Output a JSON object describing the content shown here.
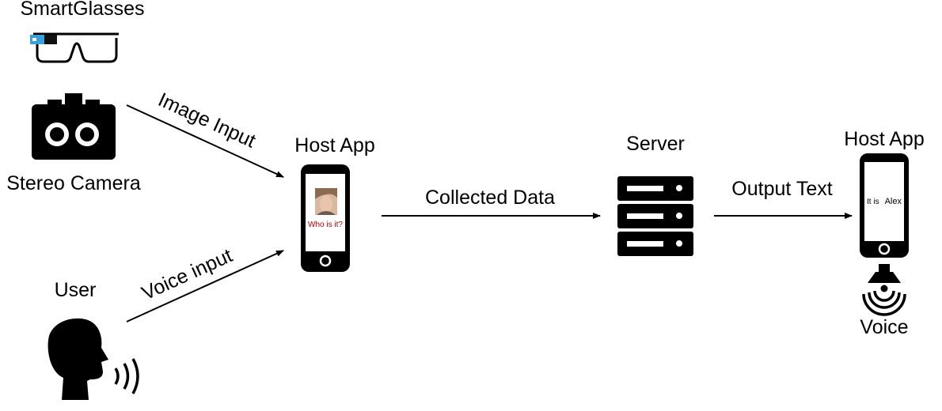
{
  "nodes": {
    "smartglasses": {
      "label": "SmartGlasses"
    },
    "stereo_camera": {
      "label": "Stereo Camera"
    },
    "user": {
      "label": "User"
    },
    "host_app_left": {
      "label": "Host App",
      "screen_text": "Who is it?"
    },
    "server": {
      "label": "Server"
    },
    "host_app_right": {
      "label": "Host App",
      "screen_text_prefix": "It is",
      "screen_text_name": "Alex"
    },
    "voice": {
      "label": "Voice"
    }
  },
  "edges": {
    "image_input": {
      "label": "Image Input"
    },
    "voice_input": {
      "label": "Voice input"
    },
    "collected_data": {
      "label": "Collected Data"
    },
    "output_text": {
      "label": "Output Text"
    }
  },
  "colors": {
    "ink": "#000000",
    "accent_blue": "#3aa0d8",
    "question_red": "#c00000"
  }
}
